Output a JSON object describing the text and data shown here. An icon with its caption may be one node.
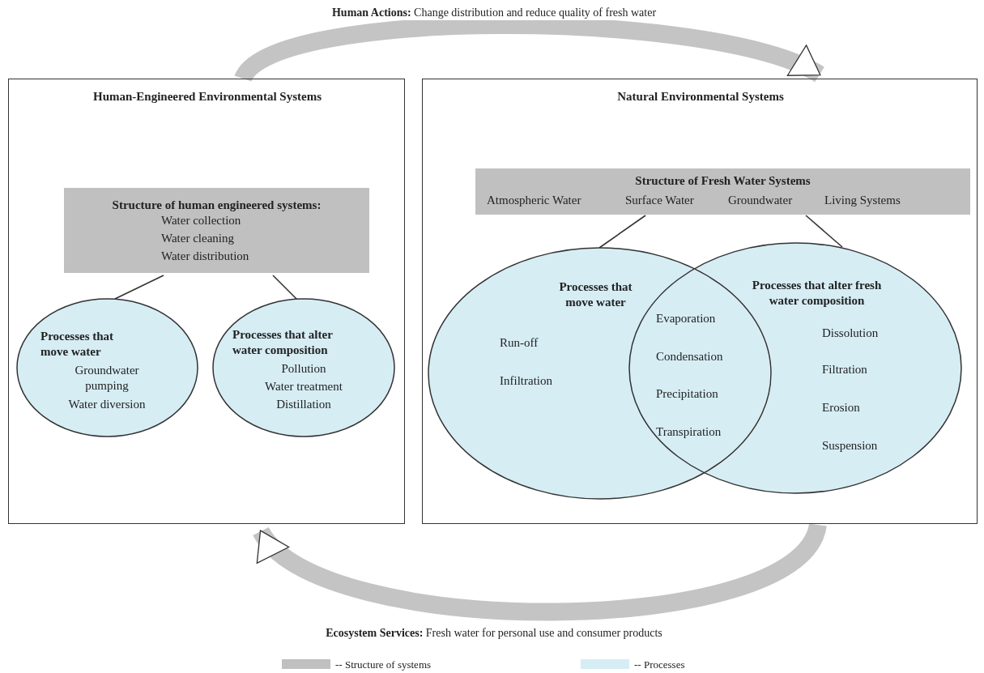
{
  "diagram": {
    "nodes": [
      {
        "text": [
          "Human-Engineered Environmental Systems"
        ]
      },
      {
        "text": [
          "Structure of human engineered systems:",
          "Water collection",
          "Water cleaning",
          "Water distribution"
        ],
        "in": 0
      },
      {
        "text": [
          "Processes that move water",
          "Groundwater pumping",
          "Water diversion"
        ],
        "in": 0
      },
      {
        "text": [
          "Processes that alter water composition",
          "Pollution",
          "Water treatment",
          "Distillation"
        ],
        "in": 0
      },
      {
        "text": [
          "Natural Environmental Systems"
        ]
      },
      {
        "text": [
          "Structure of Fresh Water Systems",
          "Atmospheric Water",
          "Surface Water",
          "Groundwater",
          "Living Systems"
        ],
        "in": 4
      },
      {
        "text": [
          "Processes that move water",
          "Run-off",
          "Infiltration"
        ],
        "in": 4
      },
      {
        "text": [
          "Processes that alter fresh water composition",
          "Dissolution",
          "Filtration",
          "Erosion",
          "Suspension"
        ],
        "in": 4
      }
    ],
    "edges": [
      {
        "from": 0,
        "to": 4,
        "arrow": "to",
        "label": "**Human Actions:** Change distribution and reduce quality of fresh water",
        "style": "thick",
        "color": "#c4c4c4"
      },
      {
        "from": 4,
        "to": 0,
        "arrow": "to",
        "label": "**Ecosystem Services:** Fresh water for personal use and consumer products",
        "style": "thick",
        "color": "#c4c4c4"
      },
      {
        "from": 1,
        "to": 2,
        "arrow": "none"
      },
      {
        "from": 1,
        "to": 3,
        "arrow": "none"
      },
      {
        "from": 5,
        "to": 6,
        "arrow": "none"
      },
      {
        "from": 5,
        "to": 7,
        "arrow": "none"
      }
    ],
    "labels": [
      "Evaporation",
      "Condensation",
      "Precipitation",
      "Transpiration"
    ],
    "legend": [
      {
        "text": "-- Structure of systems",
        "color": "#c0c0c0"
      },
      {
        "text": "-- Processes",
        "color": "#d6edf4"
      }
    ]
  }
}
